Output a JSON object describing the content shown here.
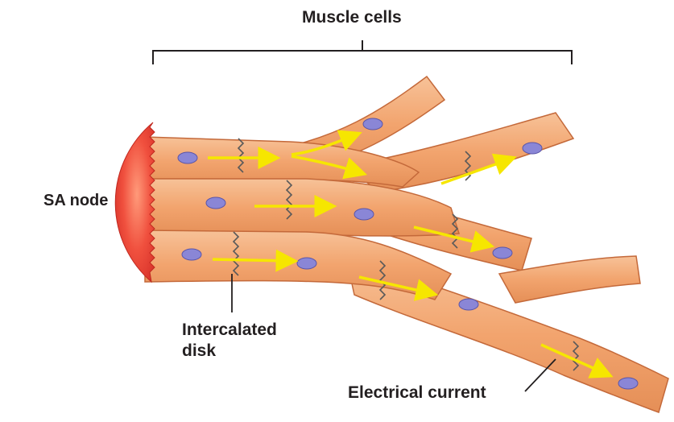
{
  "labels": {
    "muscle_cells": "Muscle cells",
    "sa_node": "SA node",
    "intercalated_line1": "Intercalated",
    "intercalated_line2": "disk",
    "electrical_current": "Electrical current"
  },
  "colors": {
    "fiber_fill": "#f2a46e",
    "fiber_stroke": "#c4693a",
    "nucleus": "#8a86d6",
    "arrow": "#f6e600",
    "sa_node": "#ef4a3c",
    "disk": "#5a5a5a",
    "text": "#231f20"
  },
  "icons": [
    "sa-node-sphere",
    "muscle-fiber",
    "nucleus",
    "intercalated-disk",
    "current-arrow"
  ]
}
